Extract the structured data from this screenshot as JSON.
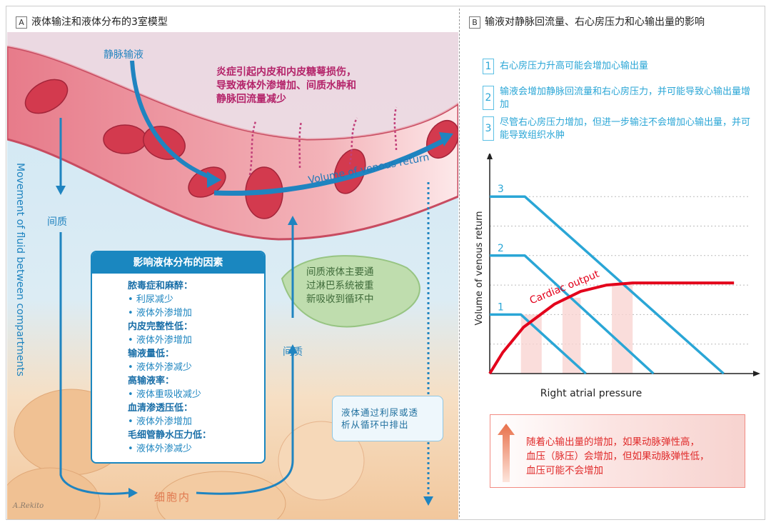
{
  "panel_a": {
    "letter": "A",
    "title": "液体输注和液体分布的3室模型",
    "iv_label": "静脉输液",
    "inflammation_text": [
      "炎症引起内皮和内皮糖萼损伤，",
      "导致液体外渗增加、间质水肿和",
      "静脉回流量减少"
    ],
    "venous_return_label": "Volume of venous return",
    "vertical_label": "Movement of fluid between compartments",
    "interstitium_left": "间质",
    "interstitium_right": "间质",
    "intracellular": "细胞内",
    "lymph_text": [
      "间质液体主要通",
      "过淋巴系统被重",
      "新吸收到循环中"
    ],
    "excretion_text": [
      "液体通过利尿或透",
      "析从循环中排出"
    ],
    "signature": "A.Rekito",
    "factors": {
      "title": "影响液体分布的因素",
      "items": [
        {
          "heading": "脓毒症和麻醉：",
          "bullets": [
            "利尿减少",
            "液体外渗增加"
          ]
        },
        {
          "heading": "内皮完整性低：",
          "bullets": [
            "液体外渗增加"
          ]
        },
        {
          "heading": "输液量低：",
          "bullets": [
            "液体外渗减少"
          ]
        },
        {
          "heading": "高输液率：",
          "bullets": [
            "液体重吸收减少"
          ]
        },
        {
          "heading": "血清渗透压低：",
          "bullets": [
            "液体外渗增加"
          ]
        },
        {
          "heading": "毛细管静水压力低：",
          "bullets": [
            "液体外渗减少"
          ]
        }
      ]
    }
  },
  "panel_b": {
    "letter": "B",
    "title": "输液对静脉回流量、右心房压力和心输出量的影响",
    "steps": [
      {
        "num": "1",
        "text": "右心房压力升高可能会增加心输出量"
      },
      {
        "num": "2",
        "text": "输液会增加静脉回流量和右心房压力，并可能导致心输出量增加"
      },
      {
        "num": "3",
        "text": "尽管右心房压力增加，但进一步输注不会增加心输出量，并可能导致组织水肿"
      }
    ],
    "note": [
      "随着心输出量的增加，如果动脉弹性高，",
      "血压（脉压）会增加，但如果动脉弹性低，",
      "血压可能不会增加"
    ]
  },
  "chart_data": {
    "type": "line",
    "xlabel": "Right atrial pressure",
    "ylabel": "Volume of venous return",
    "xlim": [
      0,
      10
    ],
    "ylim": [
      0,
      10
    ],
    "grid": "dashed-horizontal",
    "series": [
      {
        "name": "1",
        "color": "#2aa6d6",
        "points": [
          [
            0,
            2.8
          ],
          [
            1.2,
            2.8
          ],
          [
            3.7,
            0
          ]
        ]
      },
      {
        "name": "2",
        "color": "#2aa6d6",
        "points": [
          [
            0,
            5.6
          ],
          [
            1.35,
            5.6
          ],
          [
            6.3,
            0
          ]
        ]
      },
      {
        "name": "3",
        "color": "#2aa6d6",
        "points": [
          [
            0,
            8.4
          ],
          [
            1.35,
            8.4
          ],
          [
            9.0,
            0
          ]
        ]
      },
      {
        "name": "Cardiac output",
        "color": "#e3001b",
        "points": [
          [
            0,
            0
          ],
          [
            0.5,
            1.0
          ],
          [
            1.3,
            2.2
          ],
          [
            2.5,
            3.3
          ],
          [
            3.5,
            3.9
          ],
          [
            4.5,
            4.2
          ],
          [
            5.5,
            4.3
          ],
          [
            9.4,
            4.3
          ]
        ]
      }
    ],
    "shaded_bars": [
      [
        1.2,
        2.0,
        2.8
      ],
      [
        2.8,
        3.5,
        3.6
      ],
      [
        4.7,
        5.5,
        4.3
      ]
    ],
    "gridlines": [
      1.4,
      2.8,
      4.2,
      5.6,
      7.0,
      8.4
    ]
  }
}
